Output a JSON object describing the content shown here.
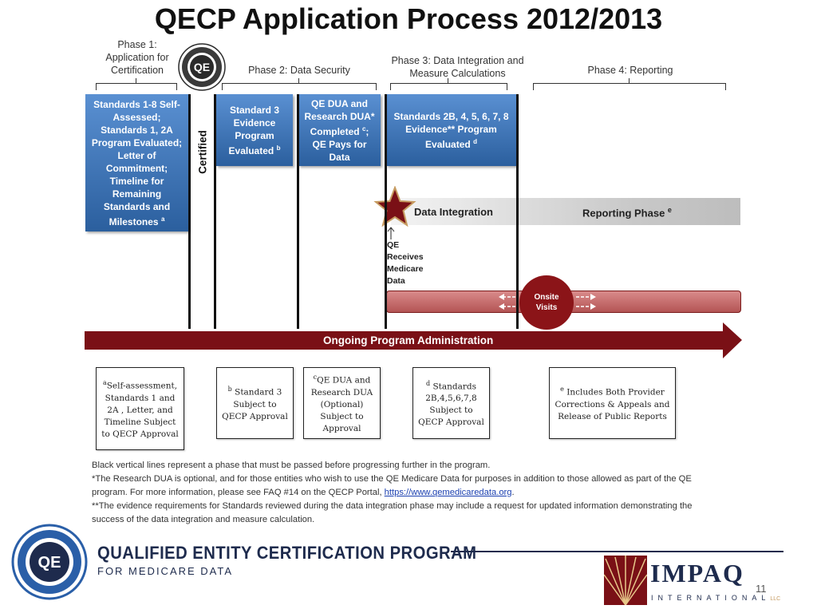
{
  "title": "QECP Application Process 2012/2013",
  "phases": {
    "p1": "Phase 1: Application for Certification",
    "p2": "Phase 2: Data Security",
    "p3": "Phase 3: Data Integration and Measure Calculations",
    "p4": "Phase 4: Reporting"
  },
  "seal_text": "QE",
  "certified": "Certified",
  "boxes": {
    "b1": "Standards 1-8 Self-Assessed; Standards 1, 2A Program Evaluated; Letter of Commitment; Timeline for Remaining Standards and Milestones",
    "b1_sup": "a",
    "b2": "Standard 3 Evidence Program Evaluated",
    "b2_sup": "b",
    "b3a": "QE DUA and Research DUA* Completed",
    "b3_sup": "c",
    "b3b": "; QE Pays for Data",
    "b4": "Standards 2B, 4, 5, 6, 7, 8 Evidence** Program Evaluated",
    "b4_sup": "d"
  },
  "flow": {
    "data_integration": "Data Integration",
    "reporting_phase": "Reporting Phase",
    "reporting_sup": "e",
    "receives": [
      "QE",
      "Receives",
      "Medicare",
      "Data"
    ],
    "onsite": [
      "Onsite",
      "Visits"
    ],
    "admin": "Ongoing Program Administration"
  },
  "notes": [
    {
      "sup": "a",
      "text": "Self-assessment, Standards 1 and 2A , Letter, and Timeline Subject to QECP Approval"
    },
    {
      "sup": "b",
      "text": " Standard 3 Subject to QECP Approval"
    },
    {
      "sup": "c",
      "text": "QE DUA and Research DUA (Optional) Subject to Approval"
    },
    {
      "sup": "d",
      "text": " Standards 2B,4,5,6,7,8 Subject to QECP Approval"
    },
    {
      "sup": "e",
      "text": " Includes Both Provider Corrections & Appeals and Release of Public Reports"
    }
  ],
  "footnotes": {
    "f1": "Black vertical lines represent a phase that must be passed before progressing further in the program.",
    "f2a": "*The Research DUA is optional, and for those entities who wish to use the QE Medicare Data for purposes in addition to those allowed as part of the QE program. For more information, please see FAQ #14 on the QECP Portal, ",
    "f2_link": "https://www.qemedicaredata.org",
    "f2b": ".",
    "f3": "**The evidence requirements for Standards reviewed during the data integration phase may include a request for updated information demonstrating the success of the data integration and measure calculation."
  },
  "footer": {
    "program": "QUALIFIED ENTITY CERTIFICATION PROGRAM",
    "sub": "FOR MEDICARE DATA",
    "impaq": "IMPAQ",
    "intl": "INTERNATIONAL",
    "llc": "LLC",
    "page_number": "11"
  },
  "colors": {
    "blue": "#2b5f9e",
    "maroon": "#7a1016",
    "navy": "#1e2b4d"
  }
}
